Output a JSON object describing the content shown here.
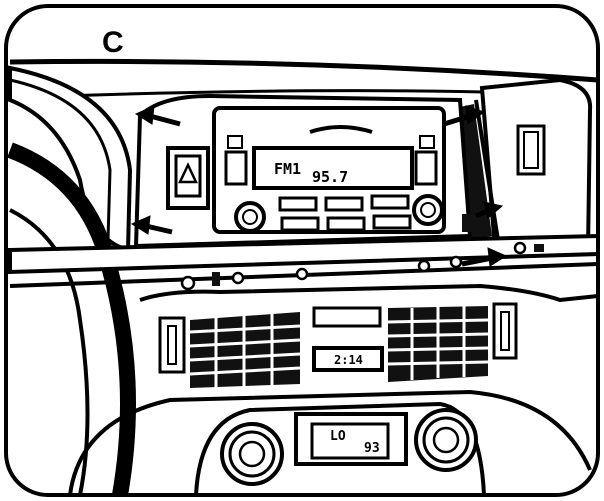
{
  "figure": {
    "step_label": "C"
  },
  "radio": {
    "band": "FM1",
    "frequency": "95.7"
  },
  "clock": {
    "display": "2:14"
  },
  "climate": {
    "fan_mode": "LO",
    "temperature": "93"
  },
  "colors": {
    "ink": "#000000",
    "paper": "#ffffff",
    "vent_fill": "#111111"
  },
  "icons": [
    "hazard-triangle-icon",
    "arrow-icon",
    "knob-icon",
    "screw-icon"
  ]
}
